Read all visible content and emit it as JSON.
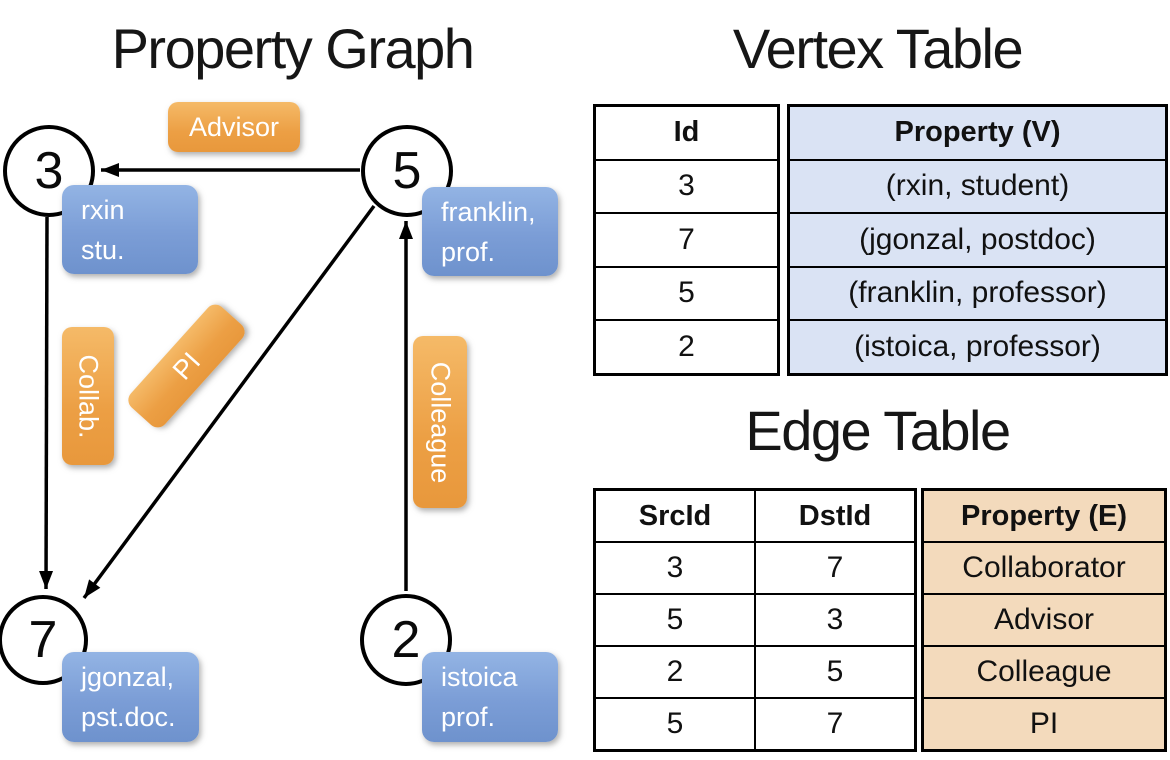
{
  "graph": {
    "title": "Property Graph",
    "node3": {
      "id": "3",
      "line1": "rxin",
      "line2": "stu."
    },
    "node5": {
      "id": "5",
      "line1": "franklin,",
      "line2": "prof."
    },
    "node7": {
      "id": "7",
      "line1": "jgonzal,",
      "line2": "pst.doc."
    },
    "node2": {
      "id": "2",
      "line1": "istoica",
      "line2": "prof."
    },
    "labels": {
      "advisor": "Advisor",
      "collab": "Collab.",
      "pi": "PI",
      "colleague": "Colleague"
    }
  },
  "vertex_table": {
    "title": "Vertex Table",
    "columns": [
      "Id",
      "Property (V)"
    ],
    "rows": [
      [
        "3",
        "(rxin, student)"
      ],
      [
        "7",
        "(jgonzal, postdoc)"
      ],
      [
        "5",
        "(franklin, professor)"
      ],
      [
        "2",
        "(istoica, professor)"
      ]
    ]
  },
  "edge_table": {
    "title": "Edge Table",
    "columns": [
      "SrcId",
      "DstId",
      "Property (E)"
    ],
    "rows": [
      [
        "3",
        "7",
        "Collaborator"
      ],
      [
        "5",
        "3",
        "Advisor"
      ],
      [
        "2",
        "5",
        "Colleague"
      ],
      [
        "5",
        "7",
        "PI"
      ]
    ]
  },
  "colors": {
    "edge_label_orange_top": "#f5ba68",
    "edge_label_orange_bottom": "#e8983c",
    "vertex_label_blue_top": "#93b4e4",
    "vertex_label_blue_bottom": "#6e92cd",
    "vertex_property_cell_bg": "#dae3f4",
    "edge_property_cell_bg": "#f3dabc",
    "line_color": "#000000",
    "label_text": "#ffffff"
  }
}
